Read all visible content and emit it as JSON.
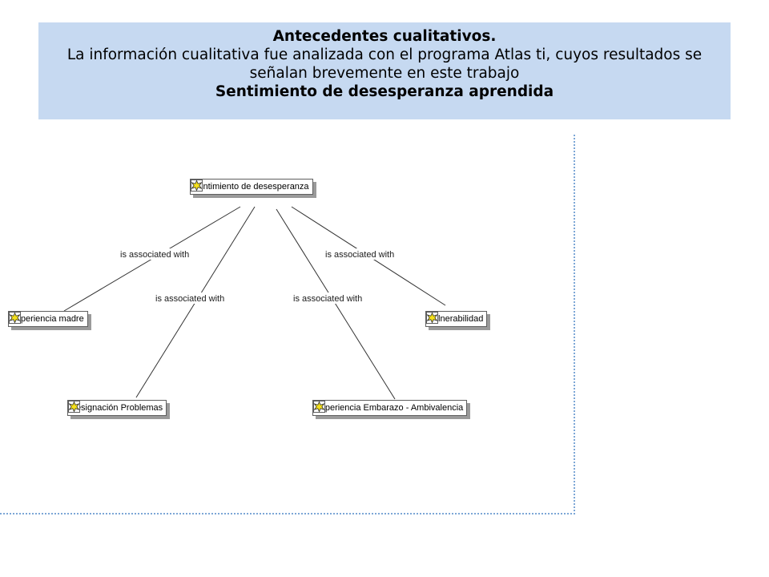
{
  "header": {
    "title": "Antecedentes cualitativos.",
    "description_line1": "La información cualitativa fue analizada con el programa Atlas ti, cuyos resultados se",
    "description_line2": "señalan brevemente en este trabajo",
    "subtitle": "Sentimiento de desesperanza aprendida"
  },
  "network": {
    "root": {
      "label": "Sentimiento de desesperanza",
      "icon": "code-star-icon"
    },
    "children": [
      {
        "label": "Experiencia madre",
        "icon": "code-star-icon",
        "relation": "is associated with"
      },
      {
        "label": "Resignación Problemas",
        "icon": "code-star-icon",
        "relation": "is associated with"
      },
      {
        "label": "Experiencia Embarazo - Ambivalencia",
        "icon": "code-star-icon",
        "relation": "is associated with"
      },
      {
        "label": "Vulnerabilidad",
        "icon": "code-star-icon",
        "relation": "is associated with"
      }
    ],
    "colors": {
      "header_bg": "#c6d9f1",
      "icon_fill": "#f5e11a",
      "node_shadow": "#9a9a9a",
      "canvas_border": "#7da7d6"
    }
  }
}
